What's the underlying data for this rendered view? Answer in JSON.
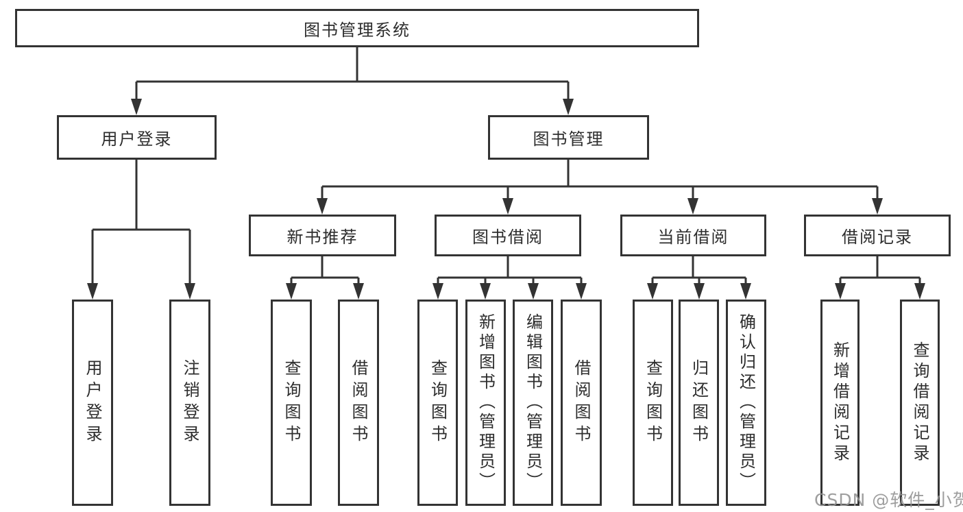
{
  "diagram": {
    "type": "hierarchy-tree",
    "root_label": "图书管理系统",
    "children": [
      {
        "label": "用户登录",
        "children": [
          {
            "label": "用户登录"
          },
          {
            "label": "注销登录"
          }
        ]
      },
      {
        "label": "图书管理",
        "children": [
          {
            "label": "新书推荐",
            "children": [
              {
                "label": "查询图书"
              },
              {
                "label": "借阅图书"
              }
            ]
          },
          {
            "label": "图书借阅",
            "children": [
              {
                "label": "查询图书"
              },
              {
                "label": "新增图书（管理员）"
              },
              {
                "label": "编辑图书（管理员）"
              },
              {
                "label": "借阅图书"
              }
            ]
          },
          {
            "label": "当前借阅",
            "children": [
              {
                "label": "查询图书"
              },
              {
                "label": "归还图书"
              },
              {
                "label": "确认归还（管理员）"
              }
            ]
          },
          {
            "label": "借阅记录",
            "children": [
              {
                "label": "新增借阅记录"
              },
              {
                "label": "查询借阅记录"
              }
            ]
          }
        ]
      }
    ]
  },
  "colors": {
    "line": "#333333",
    "box_border": "#333333",
    "box_background": "#ffffff",
    "text": "#2d2d2d",
    "watermark": "#949494"
  },
  "watermark": {
    "text": "CSDN @软件_小贺同学"
  }
}
